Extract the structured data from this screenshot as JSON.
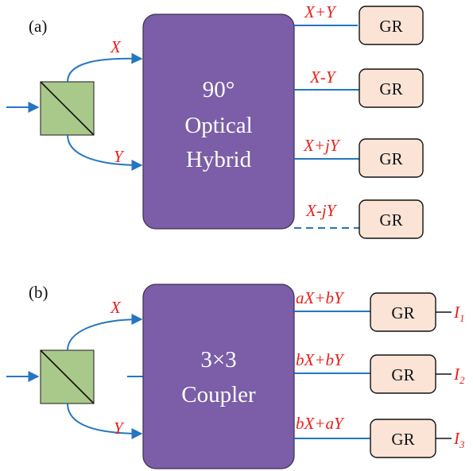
{
  "panel_a": {
    "label": "(a)",
    "inputs": {
      "top": "X",
      "bottom": "Y"
    },
    "block_lines": [
      "90°",
      "Optical",
      "Hybrid"
    ],
    "outputs": [
      {
        "signal": "X+Y",
        "box": "GR"
      },
      {
        "signal": "X-Y",
        "box": "GR"
      },
      {
        "signal": "X+jY",
        "box": "GR"
      },
      {
        "signal": "X-jY",
        "box": "GR"
      }
    ]
  },
  "panel_b": {
    "label": "(b)",
    "inputs": {
      "top": "X",
      "bottom": "Y"
    },
    "block_lines": [
      "3×3",
      "Coupler"
    ],
    "outputs": [
      {
        "signal": "aX+bY",
        "box": "GR",
        "current": "I",
        "sub": "1"
      },
      {
        "signal": "bX+bY",
        "box": "GR",
        "current": "I",
        "sub": "2"
      },
      {
        "signal": "bX+aY",
        "box": "GR",
        "current": "I",
        "sub": "3"
      }
    ]
  },
  "colors": {
    "block_fill": "#7b5ea7",
    "splitter_fill": "#a9c98a",
    "gr_fill": "#fbe4d6",
    "wire": "#2476c0",
    "label_red": "#e8211b"
  }
}
